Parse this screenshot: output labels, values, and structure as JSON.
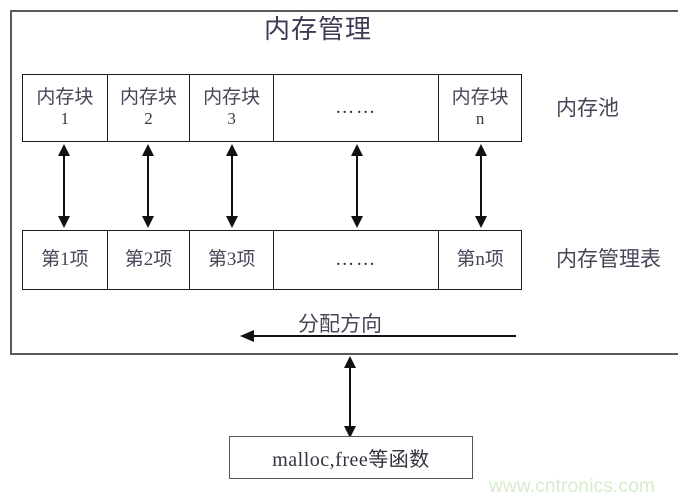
{
  "diagram": {
    "title": "内存管理",
    "outer_frame_label": "内存管理",
    "memory_pool": {
      "side_label": "内存池",
      "cells": [
        {
          "main": "内存块",
          "sub": "1"
        },
        {
          "main": "内存块",
          "sub": "2"
        },
        {
          "main": "内存块",
          "sub": "3"
        },
        {
          "ellipsis": "……"
        },
        {
          "main": "内存块",
          "sub": "n"
        }
      ]
    },
    "management_table": {
      "side_label": "内存管理表",
      "cells": [
        {
          "single": "第1项"
        },
        {
          "single": "第2项"
        },
        {
          "single": "第3项"
        },
        {
          "ellipsis": "……"
        },
        {
          "single": "第n项"
        }
      ]
    },
    "allocation_direction": {
      "label": "分配方向",
      "direction": "left"
    },
    "function_box": {
      "label": "malloc,free等函数"
    },
    "watermark": "www.cntronics.com",
    "colors": {
      "frame_border": "#5a5a5a",
      "cell_border": "#1c1c1c",
      "text": "#4a4458",
      "arrow": "#111111",
      "watermark": "#d7ebcf",
      "background": "#ffffff"
    }
  }
}
